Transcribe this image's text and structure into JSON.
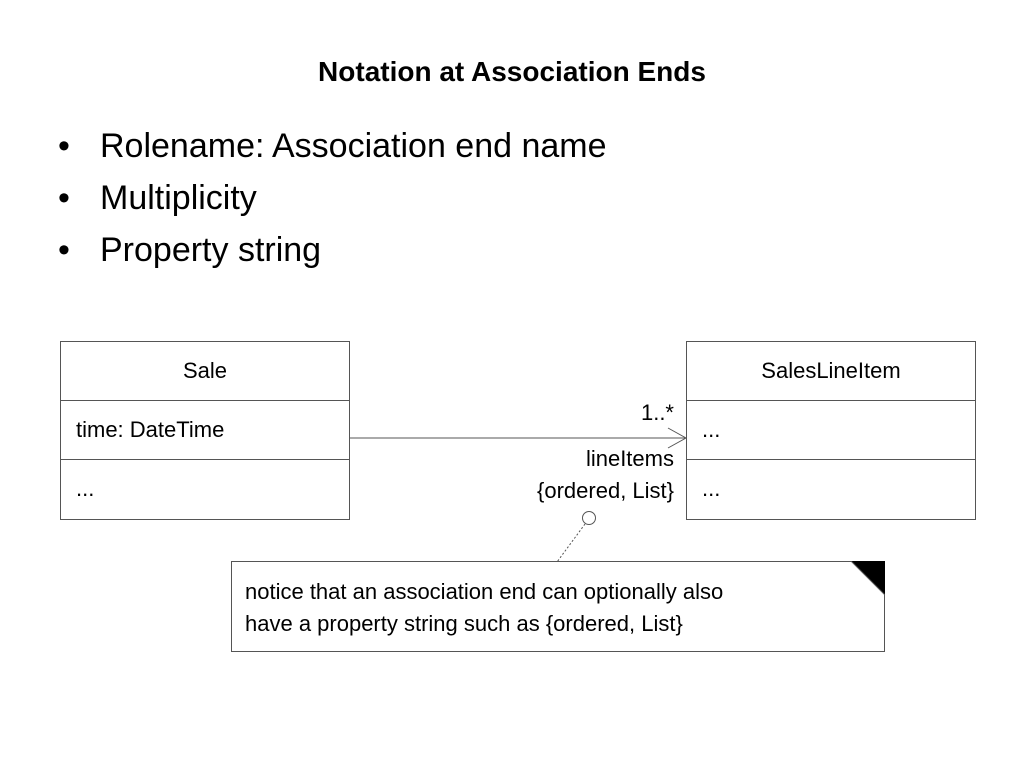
{
  "slide": {
    "title": "Notation at Association Ends",
    "bullets": [
      "Rolename: Association end name",
      "Multiplicity",
      "Property string"
    ]
  },
  "diagram": {
    "sale_class": {
      "name": "Sale",
      "attributes": "time: DateTime",
      "operations": "..."
    },
    "sales_line_item_class": {
      "name": "SalesLineItem",
      "attributes": "...",
      "operations": "..."
    },
    "association": {
      "multiplicity": "1..*",
      "rolename": "lineItems",
      "property_string": "{ordered, List}"
    },
    "note": {
      "line1": "notice that an association end can optionally also",
      "line2": "have a property string such as {ordered, List}"
    }
  }
}
